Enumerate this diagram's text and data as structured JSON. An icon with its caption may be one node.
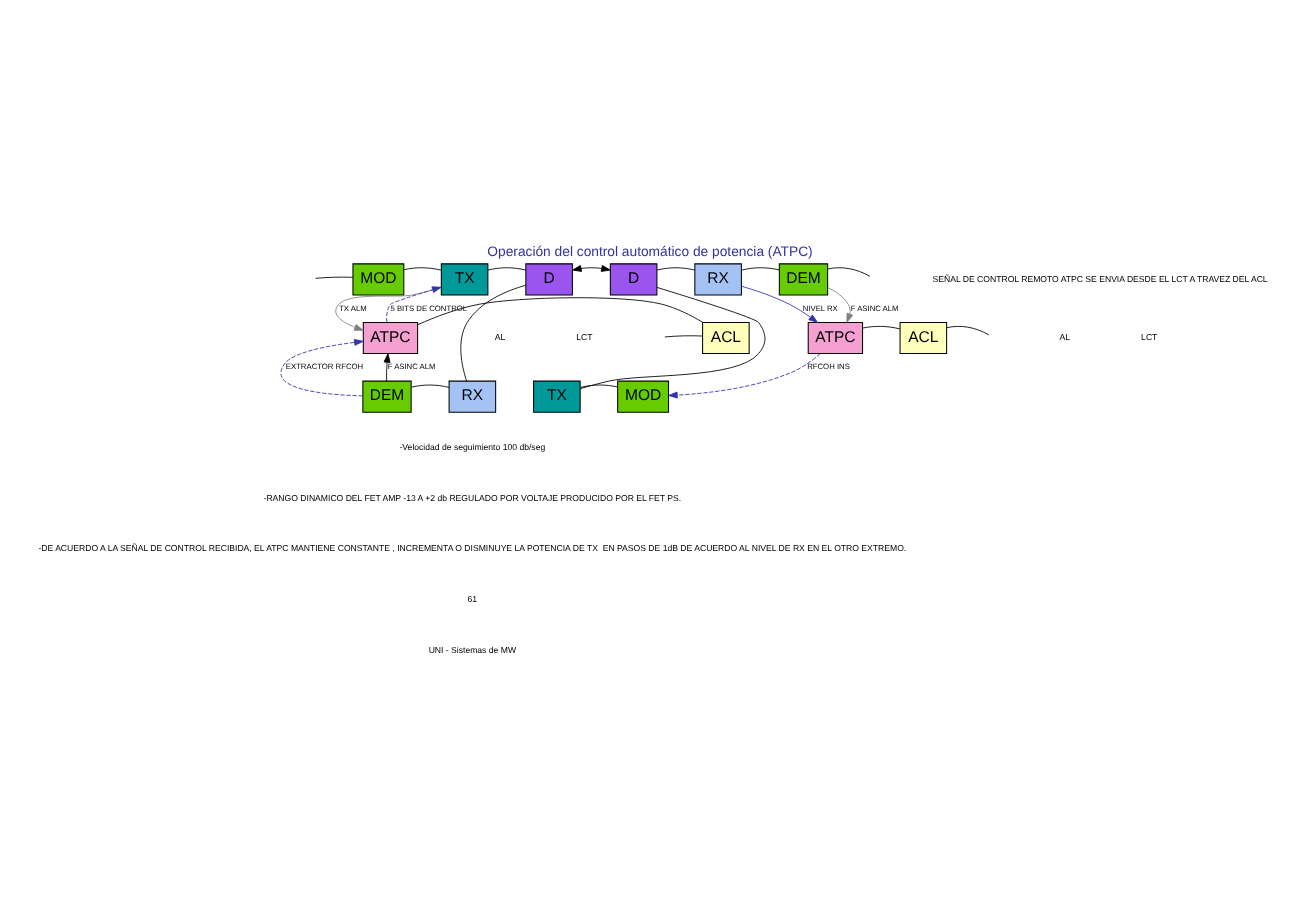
{
  "diagram": {
    "title": "Operación del control automático de potencia (ATPC)",
    "caption": "UNI - Sistemas de MW",
    "nodes": [
      {
        "text": [
          "MOD"
        ]
      },
      {
        "text": [
          "TX"
        ]
      },
      {
        "text": [
          "D"
        ]
      },
      {
        "text": [
          "D"
        ]
      },
      {
        "text": [
          "RX"
        ]
      },
      {
        "text": [
          "DEM"
        ]
      },
      {
        "text": [
          "ACL"
        ]
      },
      {
        "text": [
          "ATPC"
        ]
      },
      {
        "text": [
          "ATPC"
        ]
      },
      {
        "text": [
          "ACL"
        ]
      },
      {
        "text": [
          "DEM"
        ]
      },
      {
        "text": [
          "RX"
        ]
      },
      {
        "text": [
          "TX"
        ]
      },
      {
        "text": [
          "MOD"
        ]
      }
    ],
    "edges": [
      {
        "from": null,
        "to": 0,
        "arrow": "none"
      },
      {
        "from": 0,
        "to": 1,
        "arrow": "none"
      },
      {
        "from": 1,
        "to": 2,
        "arrow": "none"
      },
      {
        "from": 2,
        "to": 3,
        "arrow": "both"
      },
      {
        "from": 3,
        "to": 4,
        "arrow": "none"
      },
      {
        "from": 4,
        "to": 5,
        "arrow": "none"
      },
      {
        "from": 5,
        "to": null,
        "arrow": "none"
      },
      {
        "from": 1,
        "to": 7,
        "arrow": "to",
        "label": "TX ALM",
        "color": "#808080"
      },
      {
        "from": 7,
        "to": 1,
        "arrow": "to",
        "label": "5 BITS DE CONTROL",
        "style": "dashed",
        "color": "#3333aa"
      },
      {
        "from": null,
        "to": 6,
        "arrow": "none"
      },
      {
        "from": 6,
        "to": 7,
        "arrow": "none"
      },
      {
        "from": 10,
        "to": 7,
        "arrow": "to",
        "label": "EXTRACTOR RFCOH",
        "style": "dashed",
        "color": "#3333aa"
      },
      {
        "from": 10,
        "to": 7,
        "arrow": "to",
        "label": "F ASINC ALM"
      },
      {
        "from": 10,
        "to": 11,
        "arrow": "none"
      },
      {
        "from": 2,
        "to": 11,
        "arrow": "none"
      },
      {
        "from": 4,
        "to": 8,
        "arrow": "to",
        "label": "NIVEL RX",
        "color": "#3333aa"
      },
      {
        "from": 5,
        "to": 8,
        "arrow": "to",
        "label": "F ASINC ALM",
        "color": "#808080"
      },
      {
        "from": 8,
        "to": 9,
        "arrow": "none"
      },
      {
        "from": 9,
        "to": null,
        "arrow": "none"
      },
      {
        "from": 8,
        "to": 13,
        "arrow": "to",
        "label": "RFCOH INS",
        "style": "dashed",
        "color": "#3333aa"
      },
      {
        "from": 3,
        "to": 12,
        "arrow": "none"
      },
      {
        "from": 12,
        "to": 13,
        "arrow": "none"
      }
    ],
    "labels": [
      "SEÑAL DE CONTROL REMOTO ATPC SE ENVIA DESDE EL LCT A TRAVEZ DEL ACL",
      "AL",
      "LCT",
      "AL",
      "LCT",
      "-Velocidad de seguimiento 100 db/seg",
      "-RANGO DINAMICO DEL FET AMP -13 A +2 db REGULADO POR VOLTAJE PRODUCIDO POR EL FET PS.",
      "-DE ACUERDO A LA SEÑAL DE CONTROL RECIBIDA, EL ATPC MANTIENE CONSTANTE , INCREMENTA O DISMINUYE LA POTENCIA DE TX  EN PASOS DE 1dB DE ACUERDO AL NIVEL DE RX EN EL OTRO EXTREMO.",
      "61"
    ]
  }
}
